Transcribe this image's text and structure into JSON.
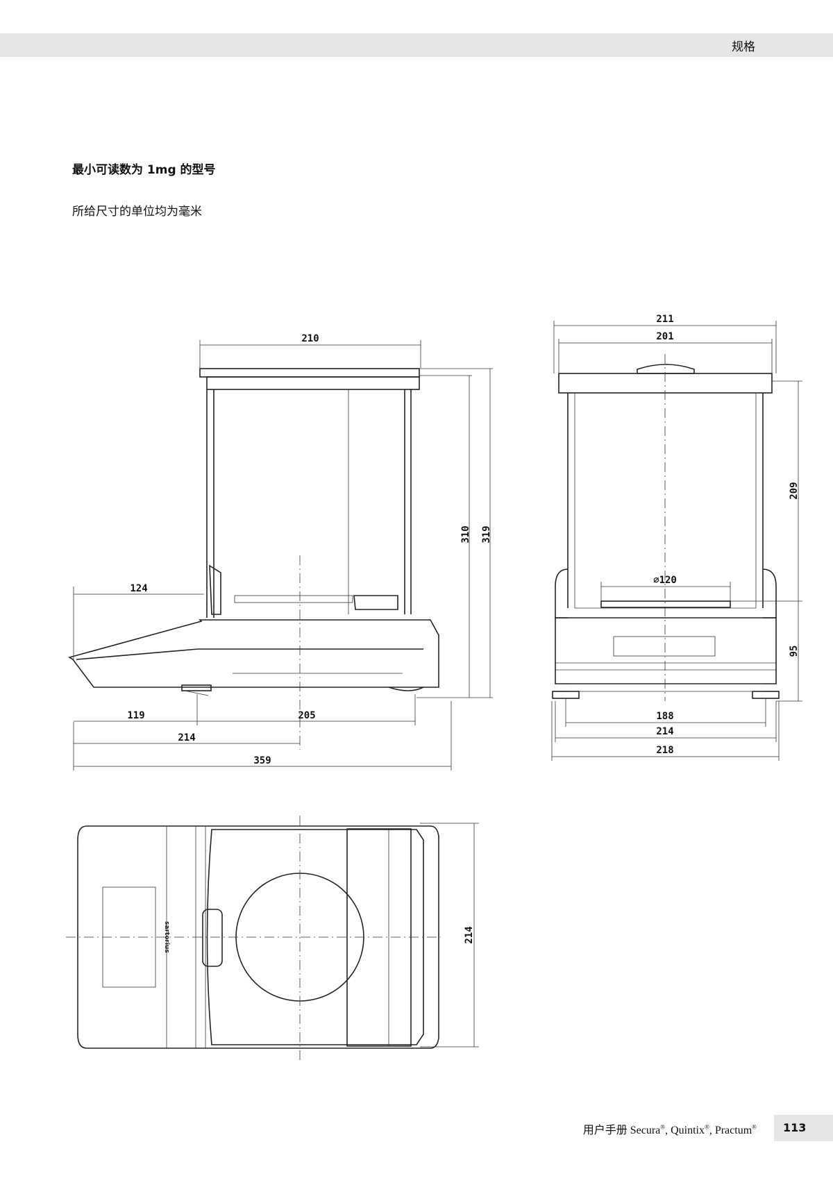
{
  "header": {
    "title": "规格"
  },
  "content": {
    "heading": "最小可读数为 1mg 的型号",
    "note": "所给尺寸的单位均为毫米"
  },
  "side_view": {
    "dims": {
      "width_top": "210",
      "height_inner": "310",
      "height_total": "319",
      "overhang": "124",
      "front_foot": "119",
      "foot_span": "205",
      "to_center": "214",
      "length_total": "359"
    }
  },
  "front_view": {
    "dims": {
      "outer_top": "211",
      "inner_top": "201",
      "chamber_height": "209",
      "pan_diameter": "∅120",
      "base_height": "95",
      "feet_span": "188",
      "body_width": "214",
      "total_width": "218"
    }
  },
  "top_view": {
    "dims": {
      "depth": "214"
    },
    "logo_text": "sartorius"
  },
  "footer": {
    "manual_label": "用户手册",
    "products": [
      "Secura",
      "Quintix",
      "Practum"
    ],
    "reg_mark": "®",
    "page_number": "113"
  }
}
